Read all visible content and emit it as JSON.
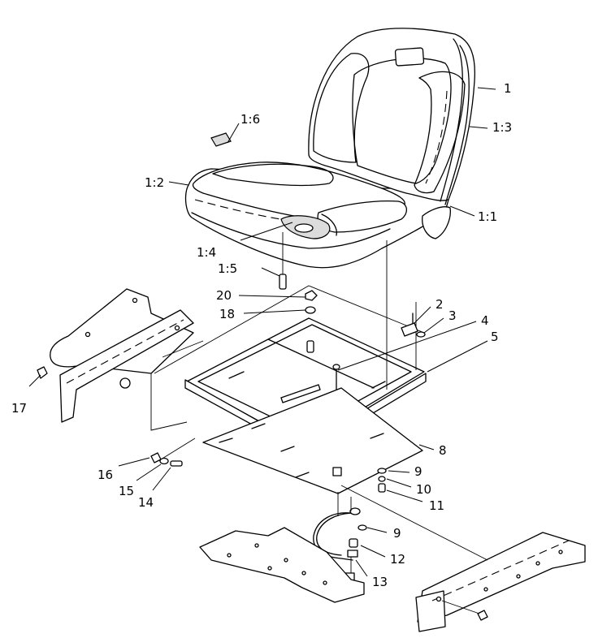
{
  "callouts": {
    "c1": "1",
    "c1_3": "1:3",
    "c1_1": "1:1",
    "c1_6": "1:6",
    "c1_2": "1:2",
    "c1_4": "1:4",
    "c1_5": "1:5",
    "c20": "20",
    "c18": "18",
    "c2": "2",
    "c3": "3",
    "c4": "4",
    "c5": "5",
    "c17": "17",
    "c8": "8",
    "c16": "16",
    "c15": "15",
    "c14": "14",
    "c9a": "9",
    "c10": "10",
    "c11": "11",
    "c9b": "9",
    "c12": "12",
    "c13": "13"
  }
}
